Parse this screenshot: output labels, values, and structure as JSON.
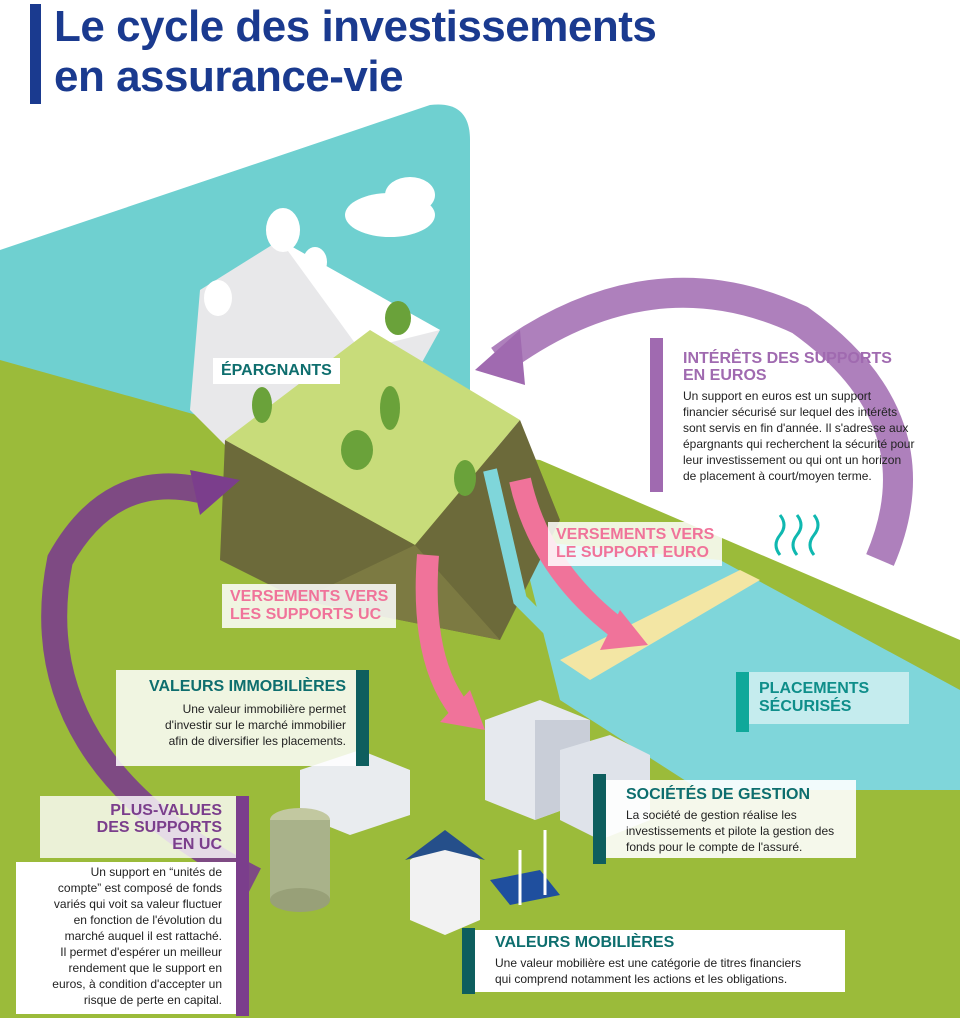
{
  "title": {
    "line1": "Le cycle des investissements",
    "line2": "en assurance-vie"
  },
  "colors": {
    "title": "#1a3a8f",
    "teal": "#0e6e6e",
    "purple": "#a06ab0",
    "pink": "#f0739a",
    "grass": "#9bbb3a",
    "sky": "#6fd0d0"
  },
  "labels": {
    "epargnants": "ÉPARGNANTS",
    "versements_euro": {
      "line1": "VERSEMENTS VERS",
      "line2": "LE SUPPORT EURO"
    },
    "versements_uc": {
      "line1": "VERSEMENTS VERS",
      "line2": "LES SUPPORTS UC"
    },
    "placements": {
      "line1": "PLACEMENTS",
      "line2": "SÉCURISÉS"
    }
  },
  "interets": {
    "heading1": "INTÉRÊTS DES SUPPORTS",
    "heading2": "EN EUROS",
    "lines": [
      "Un support en euros est un support",
      "financier sécurisé sur lequel des intérêts",
      "sont servis en fin d'année. Il s'adresse aux",
      "épargnants qui recherchent la sécurité pour",
      "leur investissement ou qui ont un horizon",
      "de placement à court/moyen terme."
    ]
  },
  "immobilieres": {
    "heading": "VALEURS IMMOBILIÈRES",
    "lines": [
      "Une valeur immobilière permet",
      "d'investir sur le marché immobilier",
      "afin de diversifier les placements."
    ]
  },
  "societes": {
    "heading": "SOCIÉTÉS DE GESTION",
    "lines": [
      "La société de gestion réalise les",
      "investissements et pilote la gestion des",
      "fonds pour le compte de l'assuré."
    ]
  },
  "plus_values": {
    "heading1": "PLUS-VALUES",
    "heading2": "DES SUPPORTS",
    "heading3": "EN UC",
    "lines": [
      "Un support en “unités de",
      "compte” est composé de fonds",
      "variés qui voit sa valeur fluctuer",
      "en fonction de l'évolution du",
      "marché auquel il est rattaché.",
      "Il permet d'espérer un meilleur",
      "rendement que le support en",
      "euros, à condition d'accepter un",
      "risque de perte en capital."
    ]
  },
  "mobilieres": {
    "heading": "VALEURS MOBILIÈRES",
    "lines": [
      "Une valeur mobilière est une catégorie de titres financiers",
      "qui comprend notamment les actions et les obligations."
    ]
  }
}
